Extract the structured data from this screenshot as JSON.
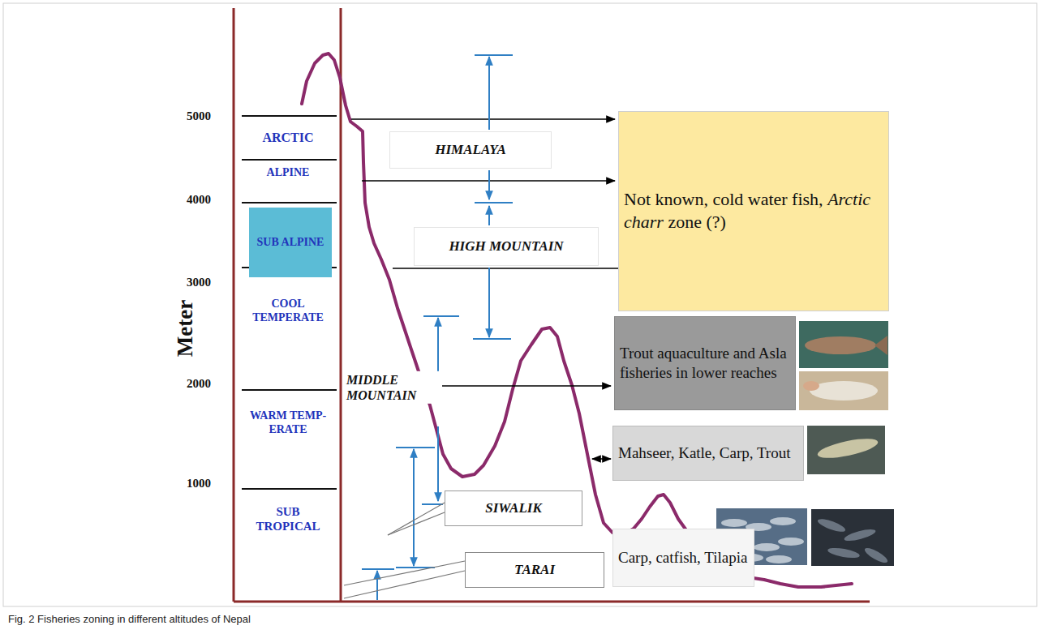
{
  "diagram": {
    "caption": "Fig. 2 Fisheries zoning in different altitudes of Nepal",
    "nodes": [
      {
        "text": [
          "HIMALAYA"
        ]
      },
      {
        "text": [
          "Not known, cold water fish,",
          "Arctic charr",
          "zone (?)"
        ]
      },
      {
        "text": [
          "SUB ALPINE"
        ]
      },
      {
        "text": [
          "HIGH MOUNTAIN"
        ]
      },
      {
        "text": [
          "Trout aquaculture and Asla fisheries in lower reaches"
        ]
      },
      {
        "text": [
          "Mahseer, Katle, Carp, Trout"
        ]
      },
      {
        "text": [
          "SIWALIK"
        ]
      },
      {
        "text": [
          "Carp, catfish, Tilapia"
        ]
      },
      {
        "text": [
          "TARAI"
        ]
      }
    ],
    "labels": [
      "Meter",
      "5000",
      "4000",
      "3000",
      "2000",
      "1000",
      "ARCTIC",
      "ALPINE",
      "COOL TEMPERATE",
      "WARM TEMP-ERATE",
      "SUB TROPICAL",
      "MIDDLE MOUNTAIN"
    ]
  }
}
